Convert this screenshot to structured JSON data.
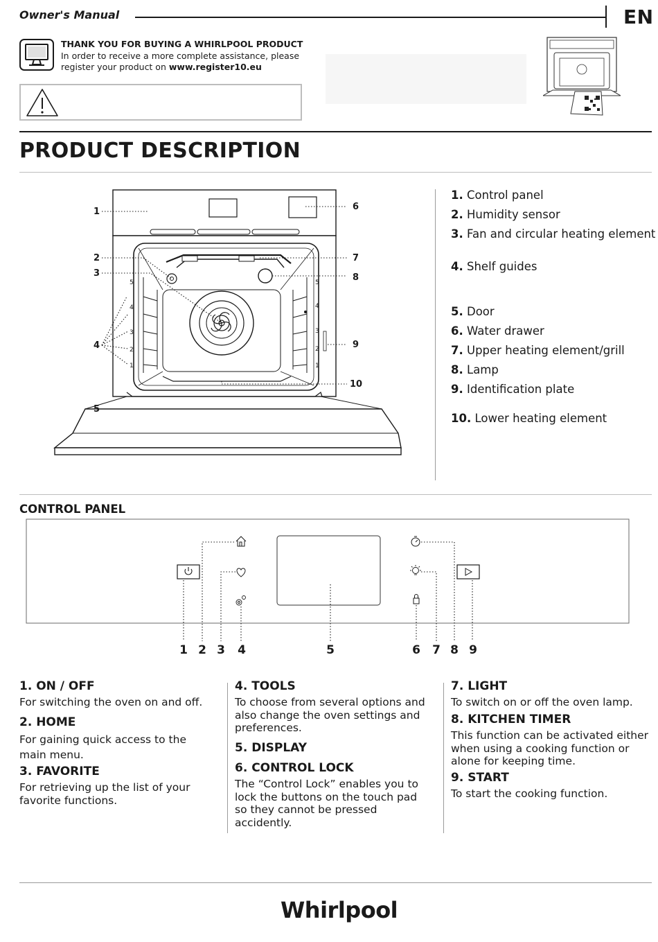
{
  "header": {
    "manual_title": "Owner's Manual",
    "language": "EN"
  },
  "registration": {
    "title": "THANK YOU FOR BUYING A WHIRLPOOL PRODUCT",
    "line1": "In order to receive a more complete assistance, please",
    "line2_prefix": "register your product on ",
    "line2_url": "www.register10.eu"
  },
  "product_description": {
    "heading": "PRODUCT DESCRIPTION",
    "diagram_callouts": [
      "1",
      "2",
      "3",
      "4",
      "5",
      "6",
      "7",
      "8",
      "9",
      "10"
    ],
    "shelf_numbers": [
      "1",
      "2",
      "3",
      "4",
      "5"
    ],
    "parts": [
      {
        "num": "1.",
        "label": "Control panel"
      },
      {
        "num": "2.",
        "label": "Humidity sensor"
      },
      {
        "num": "3.",
        "label": "Fan and circular heating element"
      },
      {
        "num": "4.",
        "label": "Shelf guides"
      },
      {
        "num": "5.",
        "label": "Door"
      },
      {
        "num": "6.",
        "label": "Water drawer"
      },
      {
        "num": "7.",
        "label": "Upper heating element/grill"
      },
      {
        "num": "8.",
        "label": "Lamp"
      },
      {
        "num": "9.",
        "label": "Identification plate"
      },
      {
        "num": "10.",
        "label": "Lower heating element"
      }
    ]
  },
  "control_panel": {
    "heading": "CONTROL PANEL",
    "callouts": [
      "1",
      "2",
      "3",
      "4",
      "5",
      "6",
      "7",
      "8",
      "9"
    ],
    "icons": [
      "power-icon",
      "home-icon",
      "heart-icon",
      "tools-icon",
      "timer-icon",
      "light-icon",
      "lock-icon",
      "play-icon"
    ],
    "features": [
      {
        "title": "1. ON / OFF",
        "desc": "For switching the oven on and off."
      },
      {
        "title": "2. HOME",
        "desc": "For gaining quick access to the main menu."
      },
      {
        "title": "3. FAVORITE",
        "desc": "For retrieving up the list of your favorite functions."
      },
      {
        "title": "4. TOOLS",
        "desc": "To choose from several options and also change the oven settings and preferences."
      },
      {
        "title": "5. DISPLAY",
        "desc": ""
      },
      {
        "title": "6. CONTROL LOCK",
        "desc": "The “Control Lock” enables you to lock the buttons on the touch pad so they cannot be pressed accidently."
      },
      {
        "title": "7. LIGHT",
        "desc": "To switch on or off the oven lamp."
      },
      {
        "title": "8. KITCHEN TIMER",
        "desc": "This function can be activated either when using a cooking function or alone for keeping time."
      },
      {
        "title": "9. START",
        "desc": "To start the cooking function."
      }
    ]
  },
  "footer": {
    "brand": "Whirlpool"
  }
}
